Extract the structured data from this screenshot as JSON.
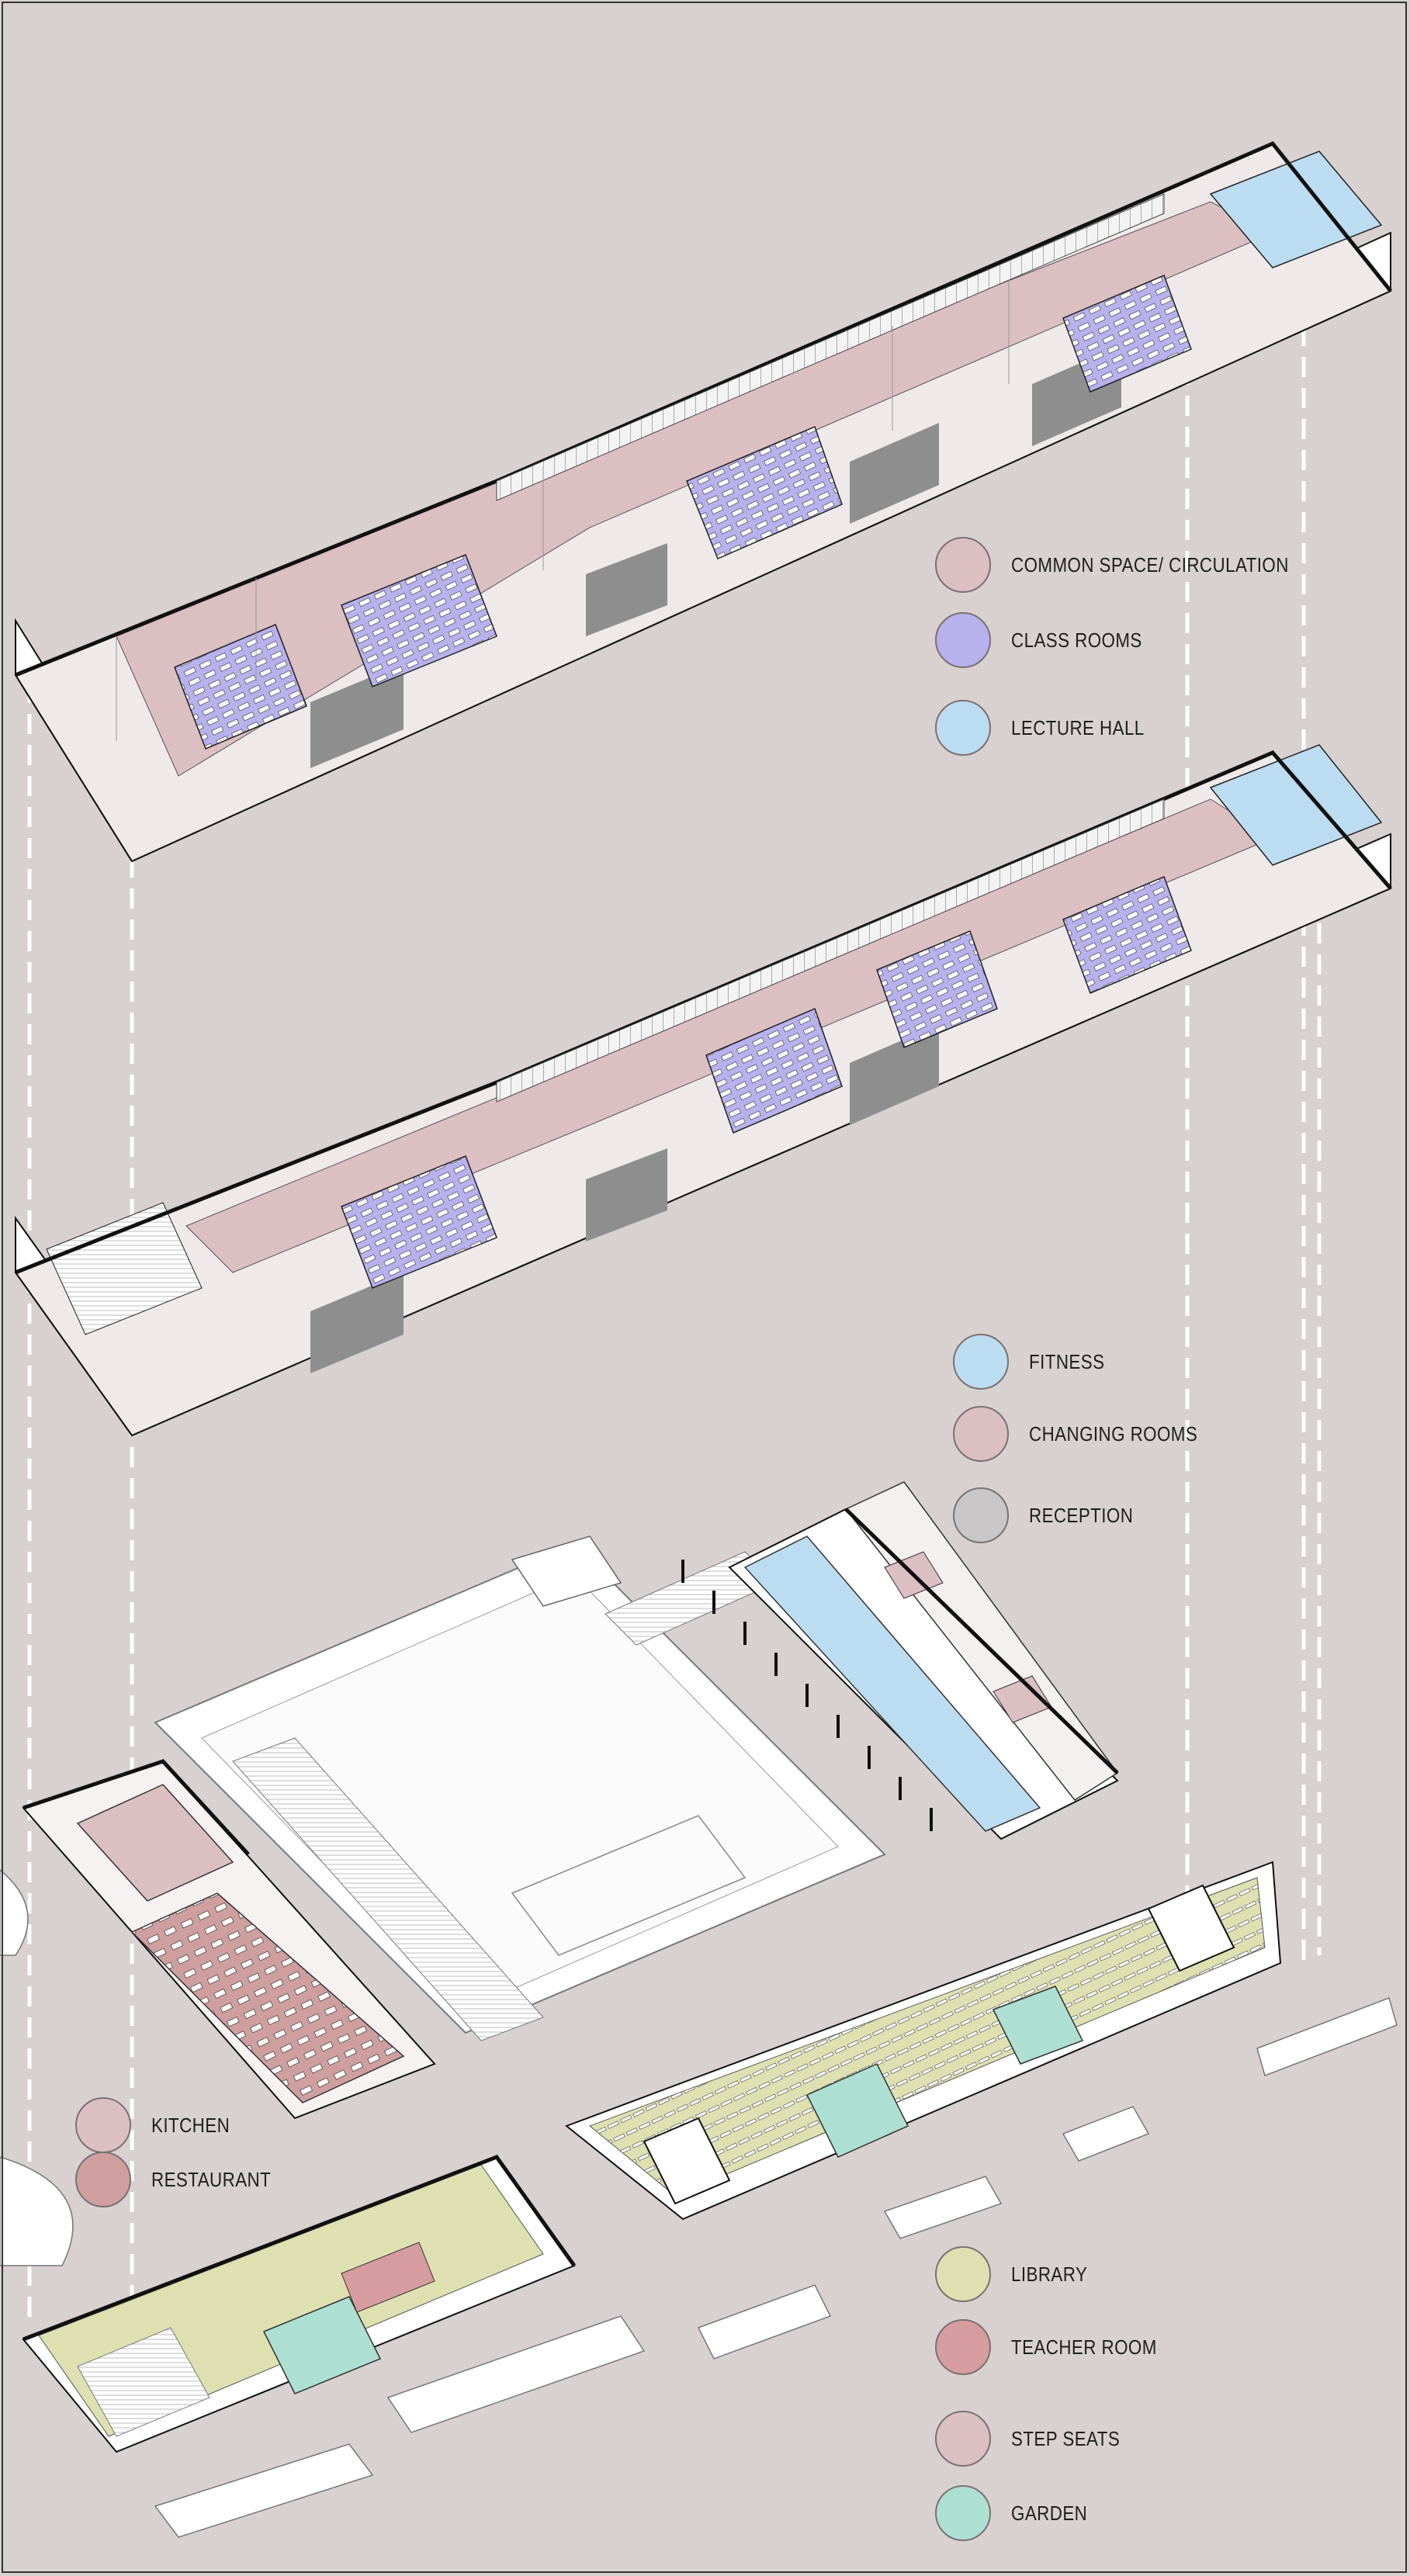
{
  "legends": {
    "upper_floor": [
      {
        "label": "COMMON SPACE/ CIRCULATION",
        "color": "#dcbfc1"
      },
      {
        "label": "CLASS ROOMS",
        "color": "#b7b1ee"
      },
      {
        "label": "LECTURE HALL",
        "color": "#bcdcf2"
      }
    ],
    "fitness": [
      {
        "label": "FITNESS",
        "color": "#bcdcf2"
      },
      {
        "label": "CHANGING ROOMS",
        "color": "#dcbfc1"
      },
      {
        "label": "RECEPTION",
        "color": "#c8c6c6"
      }
    ],
    "restaurant": [
      {
        "label": "KITCHEN",
        "color": "#dcbfc1"
      },
      {
        "label": "RESTAURANT",
        "color": "#cf9f9f"
      }
    ],
    "library": [
      {
        "label": "LIBRARY",
        "color": "#dfe0b1"
      },
      {
        "label": "TEACHER ROOM",
        "color": "#d69c9f"
      },
      {
        "label": "STEP SEATS",
        "color": "#dcbfc1"
      },
      {
        "label": "GARDEN",
        "color": "#ade0d3"
      }
    ]
  },
  "colors": {
    "background": "#d9d0d0",
    "wall": "#ffffff",
    "outline": "#111111",
    "glazing": "#9a9a9a",
    "circulation": "#dcbfc1",
    "classroom": "#b7b1ee",
    "lecture": "#bcdcf2",
    "library": "#dfe0b1",
    "garden": "#ade0d3",
    "restaurant": "#cf9f9f"
  }
}
